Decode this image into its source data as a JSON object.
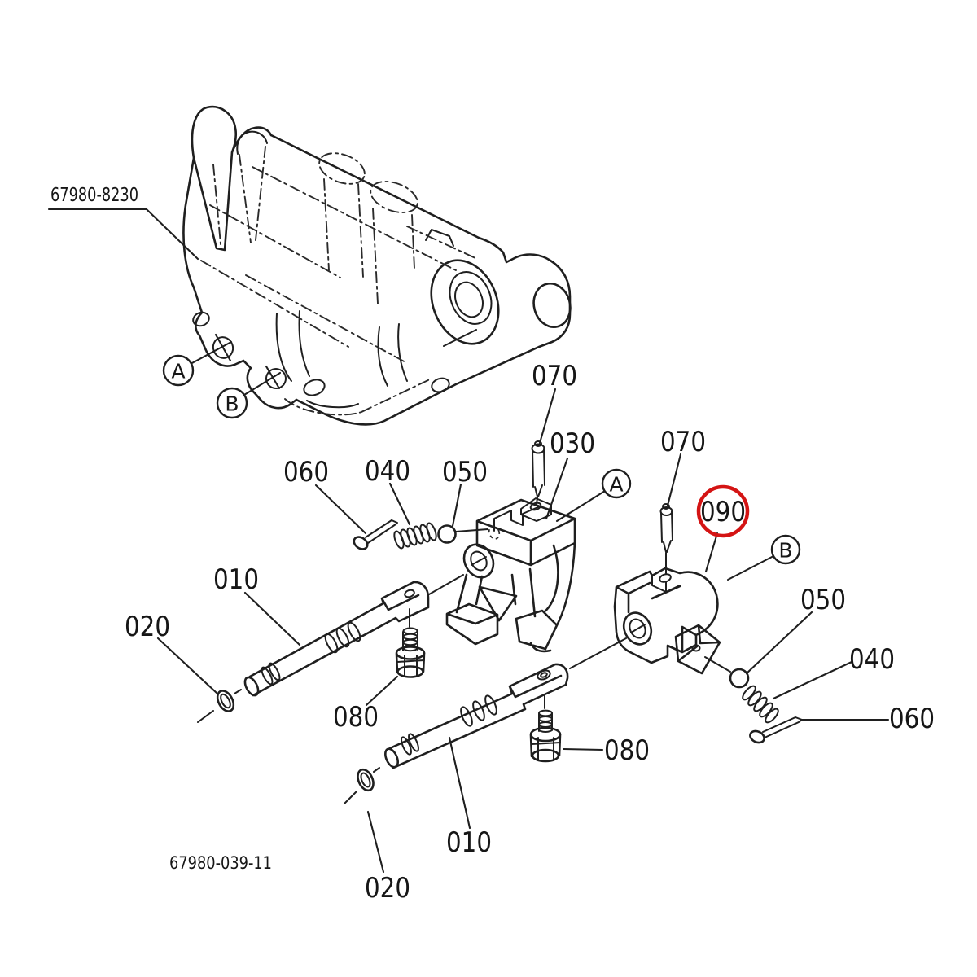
{
  "image": {
    "type": "exploded-parts-diagram",
    "background": "#ffffff",
    "line_color": "#1f1f1f",
    "highlight_color": "#d41414"
  },
  "drawing_numbers": {
    "assembly": "67980-8230",
    "figure": "67980-039-11"
  },
  "highlighted_part": "090",
  "callouts": {
    "part_070_a": "070",
    "part_030": "030",
    "part_070_b": "070",
    "part_090": "090",
    "part_060_a": "060",
    "part_040_a": "040",
    "part_050_a": "050",
    "part_010_a": "010",
    "part_020_a": "020",
    "part_080_a": "080",
    "part_050_b": "050",
    "part_040_b": "040",
    "part_060_b": "060",
    "part_080_b": "080",
    "part_010_b": "010",
    "part_020_b": "020"
  },
  "view_references": {
    "a_housing": "A",
    "b_housing": "B",
    "a_fork": "A",
    "b_block": "B"
  }
}
